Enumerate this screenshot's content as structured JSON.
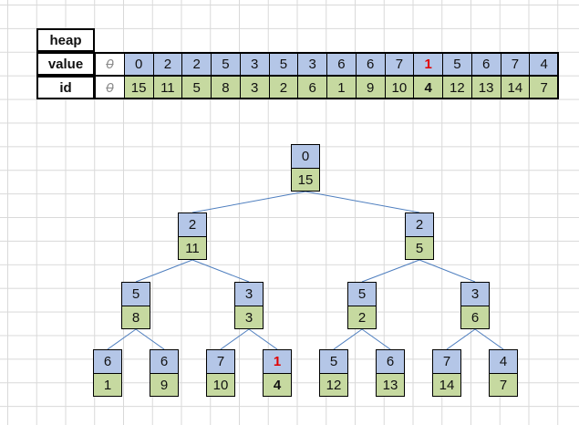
{
  "table": {
    "heap_label": "heap",
    "value_label": "value",
    "id_label": "id",
    "values": [
      "0",
      "0",
      "2",
      "2",
      "5",
      "3",
      "5",
      "3",
      "6",
      "6",
      "7",
      "1",
      "5",
      "6",
      "7",
      "4"
    ],
    "ids": [
      "0",
      "15",
      "11",
      "5",
      "8",
      "3",
      "2",
      "6",
      "1",
      "9",
      "10",
      "4",
      "12",
      "13",
      "14",
      "7"
    ]
  },
  "tree": {
    "nodes": [
      {
        "value": "0",
        "id": "15"
      },
      {
        "value": "2",
        "id": "11"
      },
      {
        "value": "2",
        "id": "5"
      },
      {
        "value": "5",
        "id": "8"
      },
      {
        "value": "3",
        "id": "3"
      },
      {
        "value": "5",
        "id": "2"
      },
      {
        "value": "3",
        "id": "6"
      },
      {
        "value": "6",
        "id": "1"
      },
      {
        "value": "6",
        "id": "9"
      },
      {
        "value": "7",
        "id": "10"
      },
      {
        "value": "1",
        "id": "4"
      },
      {
        "value": "5",
        "id": "12"
      },
      {
        "value": "6",
        "id": "13"
      },
      {
        "value": "7",
        "id": "14"
      },
      {
        "value": "4",
        "id": "7"
      }
    ]
  },
  "colors": {
    "value_fill": "#b4c6e7",
    "id_fill": "#c6d9a0",
    "edge": "#4f7fbf",
    "highlight": "#e00000"
  }
}
